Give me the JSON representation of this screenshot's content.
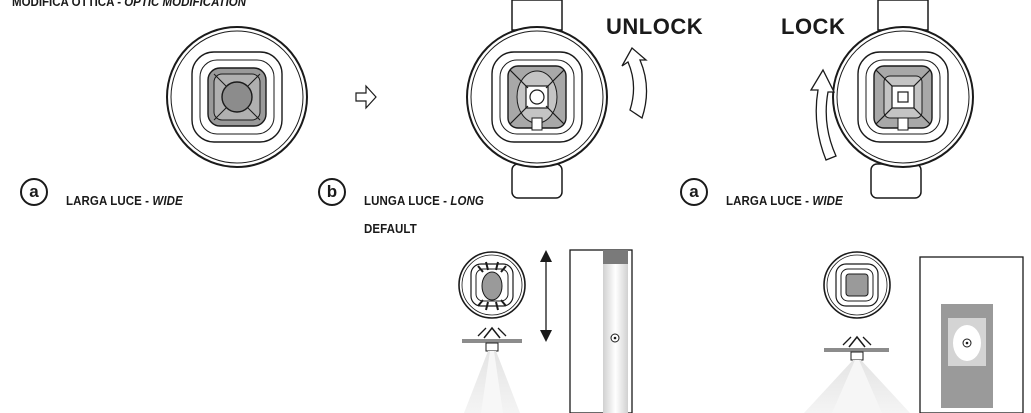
{
  "header": {
    "title_main": "MODIFICA OTTICA - ",
    "title_italic": "OPTIC MODIFICATION"
  },
  "steps": [
    {
      "badge": "a",
      "label_main": "LARGA LUCE - ",
      "label_italic": "WIDE"
    },
    {
      "badge": "b",
      "label_main": "LUNGA LUCE - ",
      "label_italic": "LONG",
      "sub_label": "DEFAULT"
    },
    {
      "badge": "a",
      "label_main": "LARGA LUCE - ",
      "label_italic": "WIDE"
    }
  ],
  "actions": {
    "unlock": "UNLOCK",
    "lock": "LOCK"
  },
  "colors": {
    "line": "#1a1a1a",
    "lens_gray": "#8c8c8c",
    "light_gray": "#d9d9d9",
    "beam_gray": "#ececec",
    "dark_strip": "#7a7a7a"
  }
}
